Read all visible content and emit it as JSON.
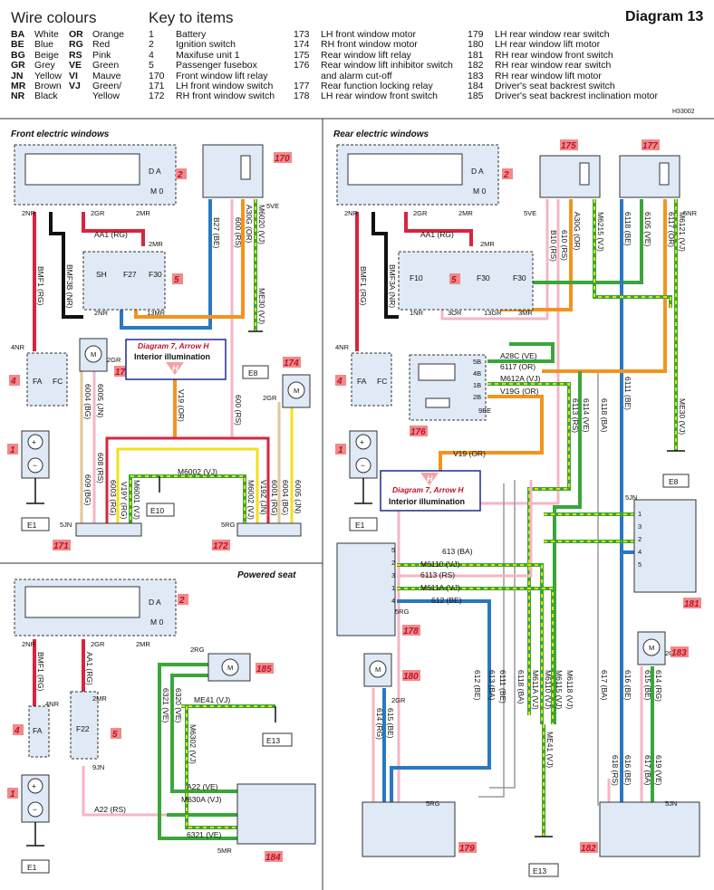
{
  "legend": {
    "wire_title": "Wire colours",
    "wire_colours_left": [
      {
        "code": "BA",
        "name": "White"
      },
      {
        "code": "BE",
        "name": "Blue"
      },
      {
        "code": "BG",
        "name": "Beige"
      },
      {
        "code": "GR",
        "name": "Grey"
      },
      {
        "code": "JN",
        "name": "Yellow"
      },
      {
        "code": "MR",
        "name": "Brown"
      },
      {
        "code": "NR",
        "name": "Black"
      }
    ],
    "wire_colours_right": [
      {
        "code": "OR",
        "name": "Orange"
      },
      {
        "code": "RG",
        "name": "Red"
      },
      {
        "code": "RS",
        "name": "Pink"
      },
      {
        "code": "VE",
        "name": "Green"
      },
      {
        "code": "VI",
        "name": "Mauve"
      },
      {
        "code": "VJ",
        "name": "Green/"
      },
      {
        "code": "",
        "name": "Yellow"
      }
    ],
    "key_title": "Key to items",
    "key_col1": [
      {
        "n": "1",
        "t": "Battery"
      },
      {
        "n": "2",
        "t": "Ignition switch"
      },
      {
        "n": "4",
        "t": "Maxifuse unit 1"
      },
      {
        "n": "5",
        "t": "Passenger fusebox"
      },
      {
        "n": "170",
        "t": "Front window lift relay"
      },
      {
        "n": "171",
        "t": "LH front window switch"
      },
      {
        "n": "172",
        "t": "RH front window switch"
      }
    ],
    "key_col2": [
      {
        "n": "173",
        "t": "LH front window motor"
      },
      {
        "n": "174",
        "t": "RH front window motor"
      },
      {
        "n": "175",
        "t": "Rear window lift relay"
      },
      {
        "n": "176",
        "t": "Rear window lift inhibitor switch"
      },
      {
        "n": "",
        "t": "and alarm cut-off"
      },
      {
        "n": "177",
        "t": "Rear function locking relay"
      },
      {
        "n": "178",
        "t": "LH rear window front switch"
      }
    ],
    "key_col3": [
      {
        "n": "179",
        "t": "LH rear window rear switch"
      },
      {
        "n": "180",
        "t": "LH rear window lift motor"
      },
      {
        "n": "181",
        "t": "RH rear window front switch"
      },
      {
        "n": "182",
        "t": "RH rear window rear switch"
      },
      {
        "n": "183",
        "t": "RH rear window lift motor"
      },
      {
        "n": "184",
        "t": "Driver's seat backrest switch"
      },
      {
        "n": "185",
        "t": "Driver's seat backrest inclination motor"
      }
    ],
    "diagram_title": "Diagram 13",
    "ref": "H33002"
  },
  "colors": {
    "red": "#d9243f",
    "black": "#111111",
    "blue": "#2a78c2",
    "orange": "#f2941f",
    "pink": "#f4b6c4",
    "green": "#3aa63a",
    "greenyellow_dash": "#e8e000",
    "yellow": "#f3e01c",
    "beige": "#e3c79a",
    "grey": "#9a9a9a",
    "accent_red": "#c0102a",
    "box_fill": "#dfeaf6",
    "item_tag": "#f08a8a"
  },
  "sections": {
    "front": "Front electric windows",
    "rear": "Rear electric windows",
    "seat": "Powered seat"
  },
  "items": {
    "i1": "1",
    "i2": "2",
    "i4": "4",
    "i5": "5",
    "i170": "170",
    "i171": "171",
    "i172": "172",
    "i173": "173",
    "i174": "174",
    "i175": "175",
    "i176": "176",
    "i177": "177",
    "i178": "178",
    "i179": "179",
    "i180": "180",
    "i181": "181",
    "i182": "182",
    "i183": "183",
    "i184": "184",
    "i185": "185"
  },
  "grounds": {
    "e1": "E1",
    "e8": "E8",
    "e10": "E10",
    "e13": "E13"
  },
  "refbox": {
    "diagram": "Diagram 7, Arrow H",
    "label": "Interior illumination",
    "letter": "H"
  },
  "wires": {
    "aa1": "AA1 (RG)",
    "bmf1": "BMF1 (RG)",
    "bmf3b": "BMF3B (NR)",
    "bmf3a": "BMF3A (NR)",
    "b27": "B27 (BE)",
    "w600": "600 (RS)",
    "a30g": "A30G (OR)",
    "m6020": "M6020 (VJ)",
    "me30": "ME30 (VJ)",
    "v19": "V19 (OR)",
    "w6004": "6004 (BG)",
    "w6005": "6005 (JN)",
    "w608": "608 (RS)",
    "w609": "609 (BG)",
    "w6003": "6003 (RG)",
    "v19y": "V19Y (RG)",
    "m6001": "M6001 (VJ)",
    "m6002": "M6002 (VJ)",
    "m6002b": "M6002 (VJ)",
    "v19z": "V19Z (JN)",
    "w6001": "6001 (RG)",
    "w6004b": "6004 (BG)",
    "w6005b": "6005 (JN)",
    "b10": "B10 (RS)",
    "w610": "610 (RS)",
    "m6215": "M6215 (VJ)",
    "w6118": "6118 (BE)",
    "w6105": "6105 (VE)",
    "w6117": "6117 (OR)",
    "m6121": "M6121 (VJ)",
    "a28c": "A28C (VE)",
    "w6117b": "6117 (OR)",
    "m612a": "M612A (VJ)",
    "v19g": "V19G (OR)",
    "w6113": "6113 (RS)",
    "w6114": "6114 (VE)",
    "w6118b": "6118 (BA)",
    "w6111": "6111 (BE)",
    "me30b": "ME30 (VJ)",
    "v19r": "V19 (OR)",
    "w613": "613 (BA)",
    "m6110": "M6110 (VJ)",
    "w6113b": "6113 (RS)",
    "m611a": "M611A (VJ)",
    "w612": "612 (BE)",
    "w612b": "612 (BE)",
    "w613b": "613 (BA)",
    "w6111b": "6111 (BE)",
    "w6118c": "6118 (BA)",
    "m611ab": "M611A (VJ)",
    "m6110b": "M6110 (VJ)",
    "m6115": "M6115 (VJ)",
    "m6118": "M6118 (VJ)",
    "w617": "617 (BA)",
    "w616": "616 (BE)",
    "w615": "615 (BE)",
    "w614": "614 (RG)",
    "w614b": "614 (RG)",
    "w615b": "615 (BE)",
    "me41": "ME41 (VJ)",
    "w618": "618 (RS)",
    "w616b": "616 (BE)",
    "w617b": "617 (BA)",
    "w619": "619 (VE)",
    "aa1s": "AA1 (RG)",
    "bmf1s": "BMF1 (RG)",
    "a22": "A22 (RS)",
    "a22ve": "A22 (VE)",
    "m630a": "M630A (VJ)",
    "w6321": "6321 (VE)",
    "w6321b": "6321 (VE)",
    "w6320": "6320 (VE)",
    "m6302": "M6302 (VJ)",
    "me41s": "ME41 (VJ)"
  },
  "conn": {
    "c2nr": "2NR",
    "c2gr": "2GR",
    "c2mr": "2MR",
    "c13mr": "13MR",
    "c1nr": "1NR",
    "c5ve": "5VE",
    "c4nr": "4NR",
    "c5jn": "5JN",
    "c5rg": "5RG",
    "c2rg": "2RG",
    "c3or": "3OR",
    "c13gr": "13GR",
    "c3mr": "3MR",
    "c9be": "9BE",
    "c5nr": "5NR",
    "c9jn": "9JN",
    "c5mr": "5MR"
  },
  "fuse": {
    "sh": "SH",
    "f27": "F27",
    "f30": "F30",
    "fa": "FA",
    "fc": "FC",
    "f10": "F10",
    "f30r": "F30",
    "f22": "F22",
    "fa2": "FA"
  },
  "ign": {
    "da": "D A",
    "m0": "M 0"
  }
}
